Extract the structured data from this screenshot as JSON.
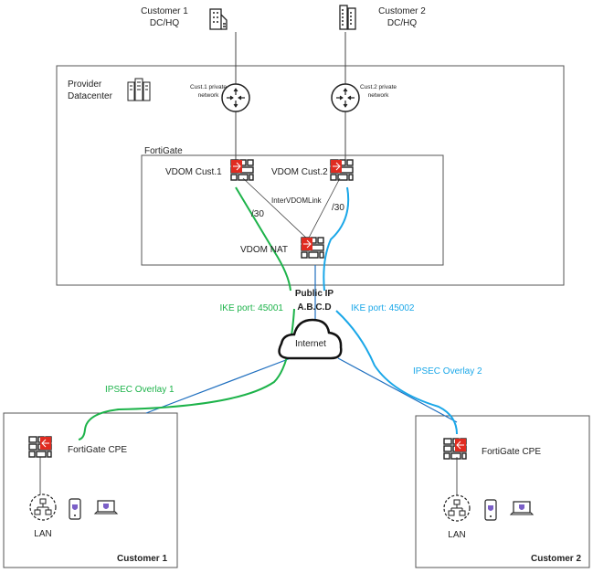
{
  "colors": {
    "green": "#1db34a",
    "light_blue": "#1aa7e8",
    "dark_blue": "#1f6fbf",
    "fortinet_red": "#e02b20",
    "purple": "#7b5fc7",
    "border": "#555555"
  },
  "customers": {
    "c1_label_line1": "Customer 1",
    "c1_label_line2": "DC/HQ",
    "c2_label_line1": "Customer 2",
    "c2_label_line2": "DC/HQ"
  },
  "provider": {
    "line1": "Provider",
    "line2": "Datacenter"
  },
  "routers": {
    "r1_line1": "Cust.1 private",
    "r1_line2": "network",
    "r2_line1": "Cust.2 private",
    "r2_line2": "network"
  },
  "fortigate": {
    "title": "FortiGate",
    "vdom1": "VDOM Cust.1",
    "vdom2": "VDOM Cust.2",
    "vdom_nat": "VDOM NAT",
    "link": "InterVDOMLink",
    "subnet1": "/30",
    "subnet2": "/30"
  },
  "internet": {
    "public_ip_line1": "Public IP",
    "public_ip_line2": "A.B.C.D",
    "cloud": "Internet",
    "ike1": "IKE port: 45001",
    "ike2": "IKE port: 45002",
    "overlay1": "IPSEC Overlay 1",
    "overlay2": "IPSEC Overlay 2"
  },
  "sites": {
    "s1_cpe": "FortiGate CPE",
    "s1_lan": "LAN",
    "s1_name": "Customer 1",
    "s2_cpe": "FortiGate CPE",
    "s2_lan": "LAN",
    "s2_name": "Customer 2"
  }
}
